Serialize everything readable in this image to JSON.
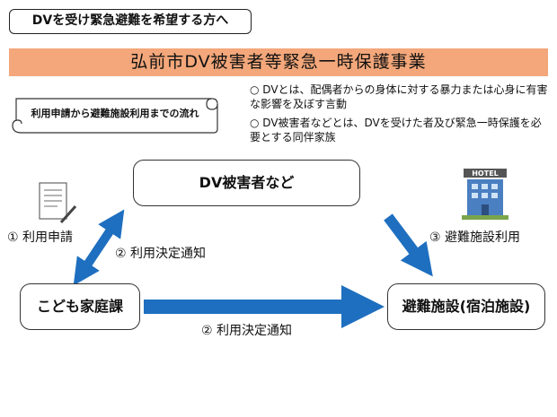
{
  "header": {
    "target": "DVを受け緊急避難を希望する方へ"
  },
  "banner": {
    "title": "弘前市DV被害者等緊急一時保護事業"
  },
  "flow_label": "利用申請から避難施設利用までの流れ",
  "notes": [
    "○ DVとは、配偶者からの身体に対する暴力または心身に有害な影響を及ぼす言動",
    "○ DV被害者などとは、DVを受けた者及び緊急一時保護を必要とする同伴家族"
  ],
  "nodes": {
    "victim": "DV被害者など",
    "kodomo": "こども家庭課",
    "shelter": "避難施設(宿泊施設)"
  },
  "edges": {
    "apply": "① 利用申請",
    "notify_victim": "② 利用決定通知",
    "notify_shelter": "② 利用決定通知",
    "use_shelter": "③ 避難施設利用"
  },
  "icons": {
    "document": "document-pen-icon",
    "hotel": "hotel-building-icon",
    "hotel_sign": "HOTEL"
  },
  "colors": {
    "arrow": "#1e6fbf",
    "banner": "#f3a77a"
  }
}
